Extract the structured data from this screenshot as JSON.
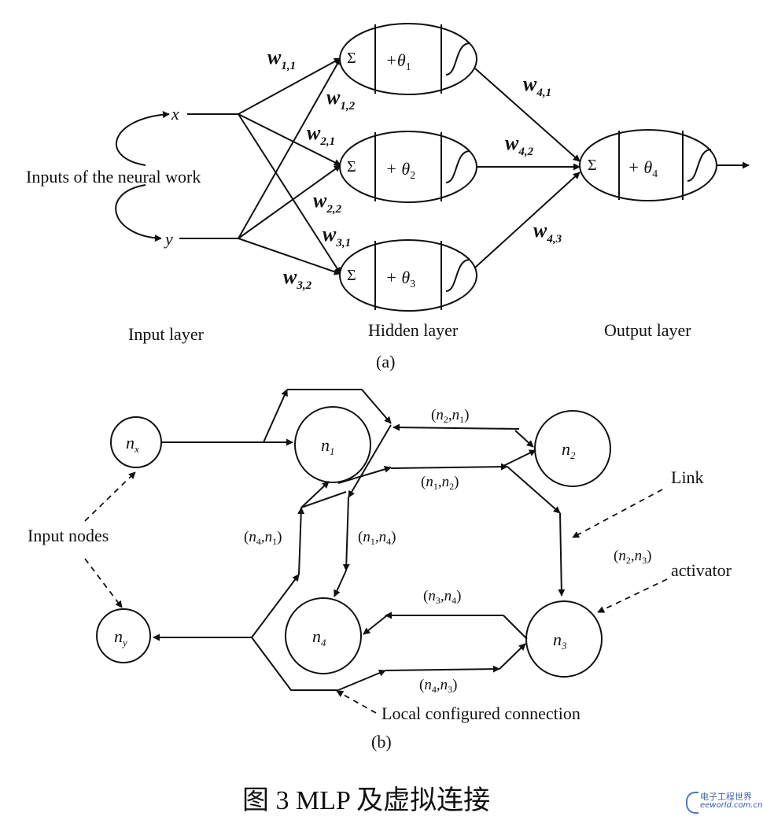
{
  "part_a": {
    "inputs_label": "Inputs of the neural work",
    "input_x": "x",
    "input_y": "y",
    "sum_symbol": "Σ",
    "neurons": [
      {
        "sum": "Σ",
        "bias": "+θ",
        "bias_sub": "1"
      },
      {
        "sum": "Σ",
        "bias": "+ θ",
        "bias_sub": "2"
      },
      {
        "sum": "Σ",
        "bias": "+ θ",
        "bias_sub": "3"
      },
      {
        "sum": "Σ",
        "bias": "+ θ",
        "bias_sub": "4"
      }
    ],
    "weights": [
      {
        "w": "w",
        "sub": "1,1"
      },
      {
        "w": "w",
        "sub": "1,2"
      },
      {
        "w": "w",
        "sub": "2,1"
      },
      {
        "w": "w",
        "sub": "2,2"
      },
      {
        "w": "w",
        "sub": "3,1"
      },
      {
        "w": "w",
        "sub": "3,2"
      },
      {
        "w": "w",
        "sub": "4,1"
      },
      {
        "w": "w",
        "sub": "4,2"
      },
      {
        "w": "w",
        "sub": "4,3"
      }
    ],
    "layer_labels": {
      "input": "Input layer",
      "hidden": "Hidden layer",
      "output": "Output layer"
    },
    "caption": "(a)"
  },
  "part_b": {
    "nodes": {
      "nx": {
        "n": "n",
        "sub": "x"
      },
      "ny": {
        "n": "n",
        "sub": "y"
      },
      "n1": {
        "n": "n",
        "sub": "1"
      },
      "n2": {
        "n": "n",
        "sub": "2"
      },
      "n3": {
        "n": "n",
        "sub": "3"
      },
      "n4": {
        "n": "n",
        "sub": "4"
      }
    },
    "links": [
      {
        "open": "(",
        "a": "n",
        "a_sub": "2",
        "comma": ",",
        "b": "n",
        "b_sub": "1",
        "close": ")"
      },
      {
        "open": "(",
        "a": "n",
        "a_sub": "1",
        "comma": ",",
        "b": "n",
        "b_sub": "2",
        "close": ")"
      },
      {
        "open": "(",
        "a": "n",
        "a_sub": "4",
        "comma": ",",
        "b": "n",
        "b_sub": "1",
        "close": ")"
      },
      {
        "open": "(",
        "a": "n",
        "a_sub": "1",
        "comma": ",",
        "b": "n",
        "b_sub": "4",
        "close": ")"
      },
      {
        "open": "(",
        "a": "n",
        "a_sub": "2",
        "comma": ",",
        "b": "n",
        "b_sub": "3",
        "close": ")"
      },
      {
        "open": "(",
        "a": "n",
        "a_sub": "3",
        "comma": ",",
        "b": "n",
        "b_sub": "4",
        "close": ")"
      },
      {
        "open": "(",
        "a": "n",
        "a_sub": "4",
        "comma": ",",
        "b": "n",
        "b_sub": "3",
        "close": ")"
      }
    ],
    "annotations": {
      "input_nodes": "Input nodes",
      "link": "Link",
      "activator": "activator",
      "local": "Local configured connection"
    },
    "caption": "(b)"
  },
  "figure_caption": "图 3    MLP 及虚拟连接",
  "watermark": {
    "cn": "电子工程世界",
    "url": "eeworld.com.cn"
  }
}
